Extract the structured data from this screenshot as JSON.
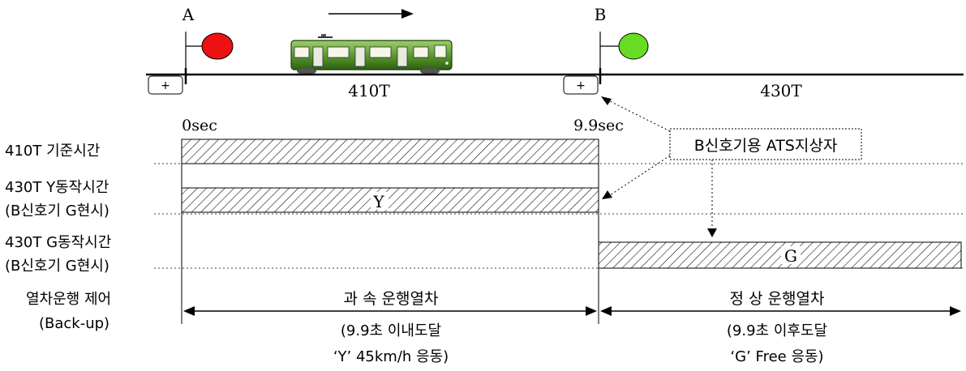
{
  "signals": {
    "a": {
      "label": "A",
      "color": "#ee1111"
    },
    "b": {
      "label": "B",
      "color": "#66dd22"
    }
  },
  "track": {
    "block_left": "410T",
    "block_right": "430T",
    "plus_symbol": "+"
  },
  "times": {
    "start": "0sec",
    "end": "9.9sec"
  },
  "callout": {
    "label": "B신호기용 ATS지상자"
  },
  "rows": {
    "r410": "410T 기준시간",
    "r430y_1": "430T Y동작시간",
    "r430y_2": "(B신호기 G현시)",
    "r430g_1": "430T G동작시간",
    "r430g_2": "(B신호기 G현시)",
    "control_1": "열차운행 제어",
    "control_2": "(Back-up)"
  },
  "bars": {
    "y_label": "Y",
    "g_label": "G"
  },
  "zones": {
    "left_title": "과 속 운행열차",
    "left_line1": "(9.9초 이내도달",
    "left_line2": "‘Y’ 45km/h 응동)",
    "right_title": "정 상 운행열차",
    "right_line1": "(9.9초 이후도달",
    "right_line2": "‘G’ Free 응동)"
  },
  "colors": {
    "train": "#3f7a1c",
    "train_light": "#9bd06a"
  }
}
